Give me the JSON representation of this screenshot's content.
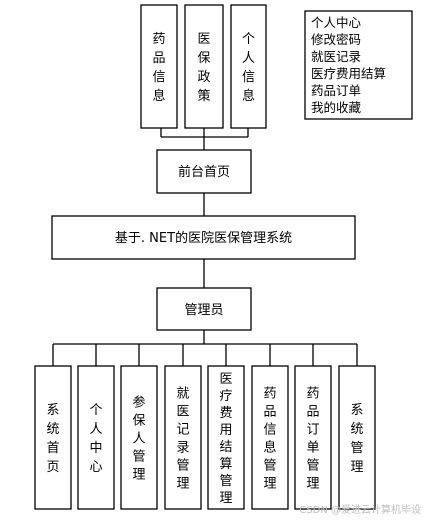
{
  "top_modules": [
    {
      "label": "药品信息"
    },
    {
      "label": "医保政策"
    },
    {
      "label": "个人信息"
    }
  ],
  "user_menu": [
    "个人中心",
    "修改密码",
    "就医记录",
    "医疗费用结算",
    "药品订单",
    "我的收藏"
  ],
  "front_page": "前台首页",
  "system_title": "基于. NET的医院医保管理系统",
  "admin": "管理员",
  "admin_modules": [
    {
      "label": "系统首页"
    },
    {
      "label": "个人中心"
    },
    {
      "label": "参保人管理"
    },
    {
      "label": "就医记录管理"
    },
    {
      "label": "医疗费用结算管理"
    },
    {
      "label": "药品信息管理"
    },
    {
      "label": "药品订单管理"
    },
    {
      "label": "系统管理"
    }
  ],
  "watermark": "CSDN @爱进云计算机毕设"
}
